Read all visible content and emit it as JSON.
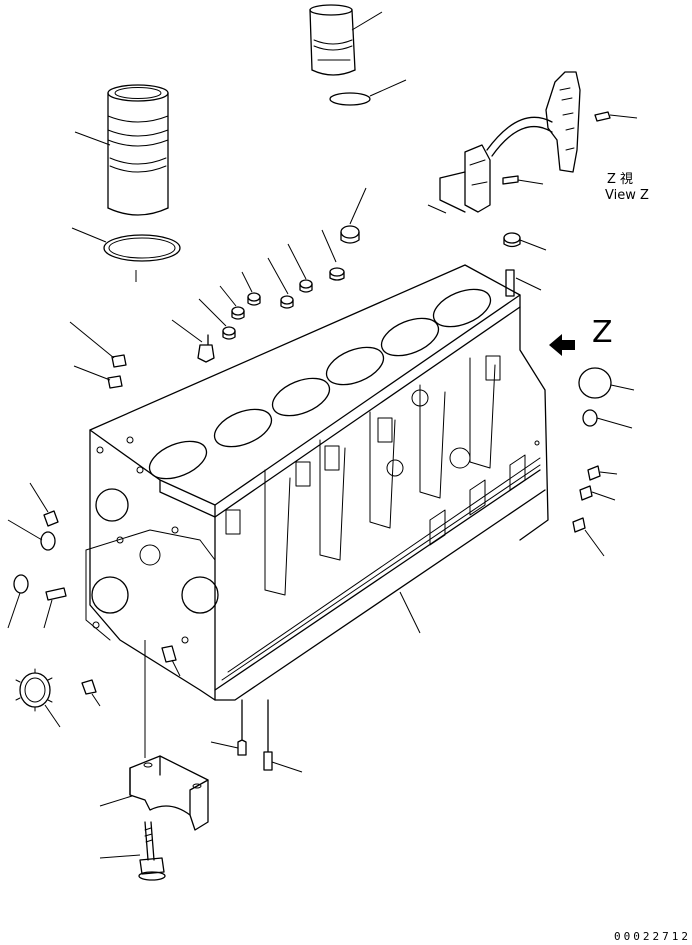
{
  "view_label": {
    "kanji": "Z 視",
    "english": "View Z"
  },
  "direction_letter": "Z",
  "drawing_code": "00022712",
  "colors": {
    "line": "#000000",
    "background": "#ffffff"
  }
}
